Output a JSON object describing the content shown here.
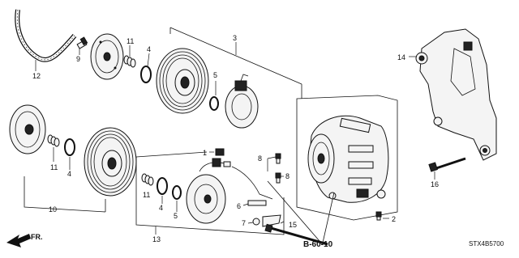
{
  "callouts": {
    "c1": "1",
    "c2": "2",
    "c3": "3",
    "c4a": "4",
    "c4b": "4",
    "c4c": "4",
    "c5a": "5",
    "c5b": "5",
    "c6": "6",
    "c7": "7",
    "c8a": "8",
    "c8b": "8",
    "c9": "9",
    "c10": "10",
    "c11a": "11",
    "c11b": "11",
    "c11c": "11",
    "c12": "12",
    "c13": "13",
    "c14": "14",
    "c15": "15",
    "c16": "16"
  },
  "reference": "B-60-10",
  "front_label": "FR.",
  "diagram_code": "STX4B5700"
}
